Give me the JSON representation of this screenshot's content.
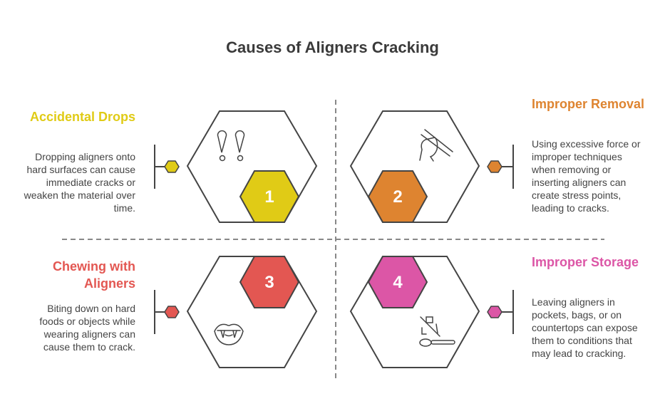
{
  "title": "Causes of Aligners Cracking",
  "items": [
    {
      "number": "1",
      "heading": "Accidental Drops",
      "description": "Dropping aligners onto hard surfaces can cause immediate cracks or weaken the material over time.",
      "color": "#e0cb16",
      "icon": "exclamation-drops-icon"
    },
    {
      "number": "2",
      "heading": "Improper Removal",
      "description": "Using excessive force or improper techniques when removing or inserting aligners can create stress points, leading to cracks.",
      "color": "#de8430",
      "icon": "hand-force-icon"
    },
    {
      "number": "3",
      "heading": "Chewing with Aligners",
      "description": "Biting down on hard foods or objects while wearing aligners can cause them to crack.",
      "color": "#e35752",
      "icon": "biting-mouth-icon"
    },
    {
      "number": "4",
      "heading": "Improper Storage",
      "description": "Leaving aligners in pockets, bags, or on countertops can expose them to conditions that may lead to cracking.",
      "color": "#dc56a6",
      "icon": "storage-spoon-icon"
    }
  ]
}
